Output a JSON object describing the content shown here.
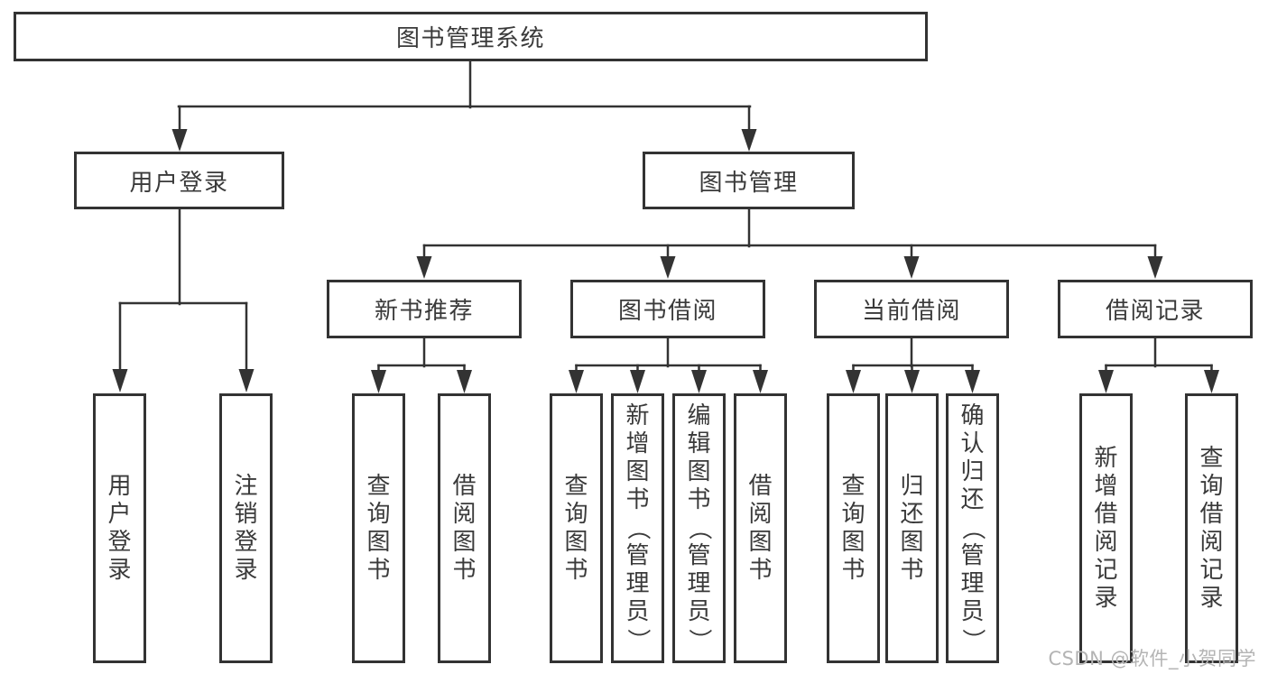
{
  "colors": {
    "line": "#333333",
    "text": "#3a3a3a",
    "box_bg": "#ffffff",
    "watermark": "#b4b4b4"
  },
  "watermark": {
    "text": "CSDN @软件_小贺同学"
  },
  "diagram": {
    "root": {
      "label": "图书管理系统"
    },
    "branches": [
      {
        "label": "用户登录",
        "children": [
          {
            "label": "用户登录"
          },
          {
            "label": "注销登录"
          }
        ]
      },
      {
        "label": "图书管理",
        "children": [
          {
            "label": "新书推荐",
            "children": [
              {
                "label": "查询图书"
              },
              {
                "label": "借阅图书"
              }
            ]
          },
          {
            "label": "图书借阅",
            "children": [
              {
                "label": "查询图书"
              },
              {
                "label": "新增图书（管理员）"
              },
              {
                "label": "编辑图书（管理员）"
              },
              {
                "label": "借阅图书"
              }
            ]
          },
          {
            "label": "当前借阅",
            "children": [
              {
                "label": "查询图书"
              },
              {
                "label": "归还图书"
              },
              {
                "label": "确认归还（管理员）"
              }
            ]
          },
          {
            "label": "借阅记录",
            "children": [
              {
                "label": "新增借阅记录"
              },
              {
                "label": "查询借阅记录"
              }
            ]
          }
        ]
      }
    ]
  }
}
